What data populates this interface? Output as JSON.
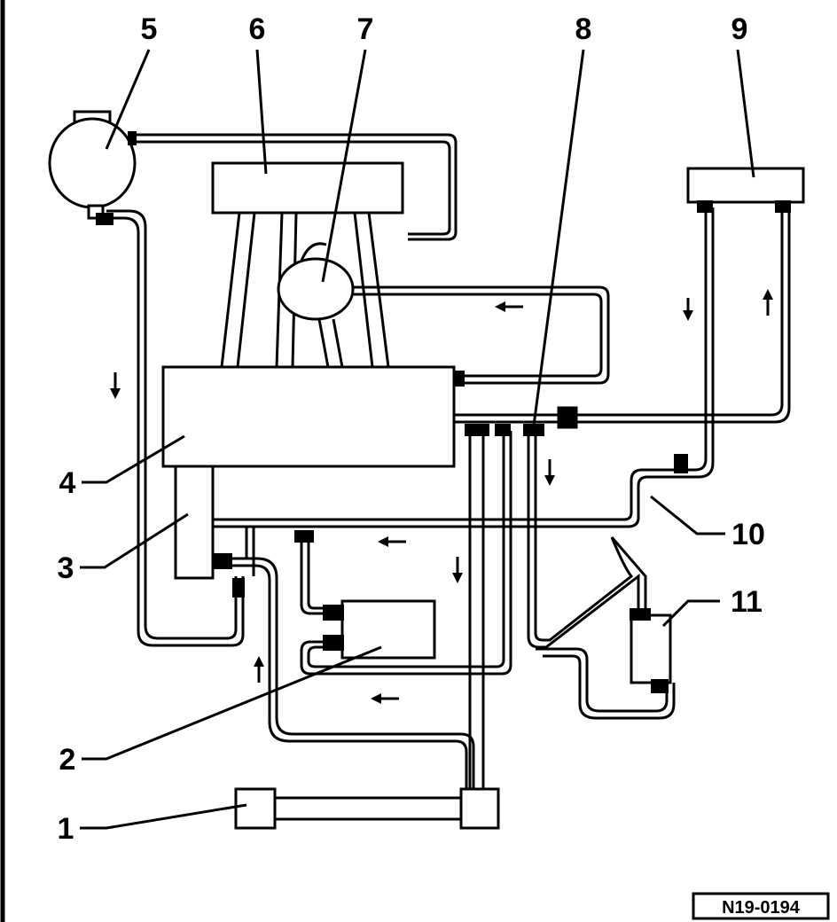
{
  "callouts": [
    "1",
    "2",
    "3",
    "4",
    "5",
    "6",
    "7",
    "8",
    "9",
    "10",
    "11"
  ],
  "reference_code": "N19-0194"
}
